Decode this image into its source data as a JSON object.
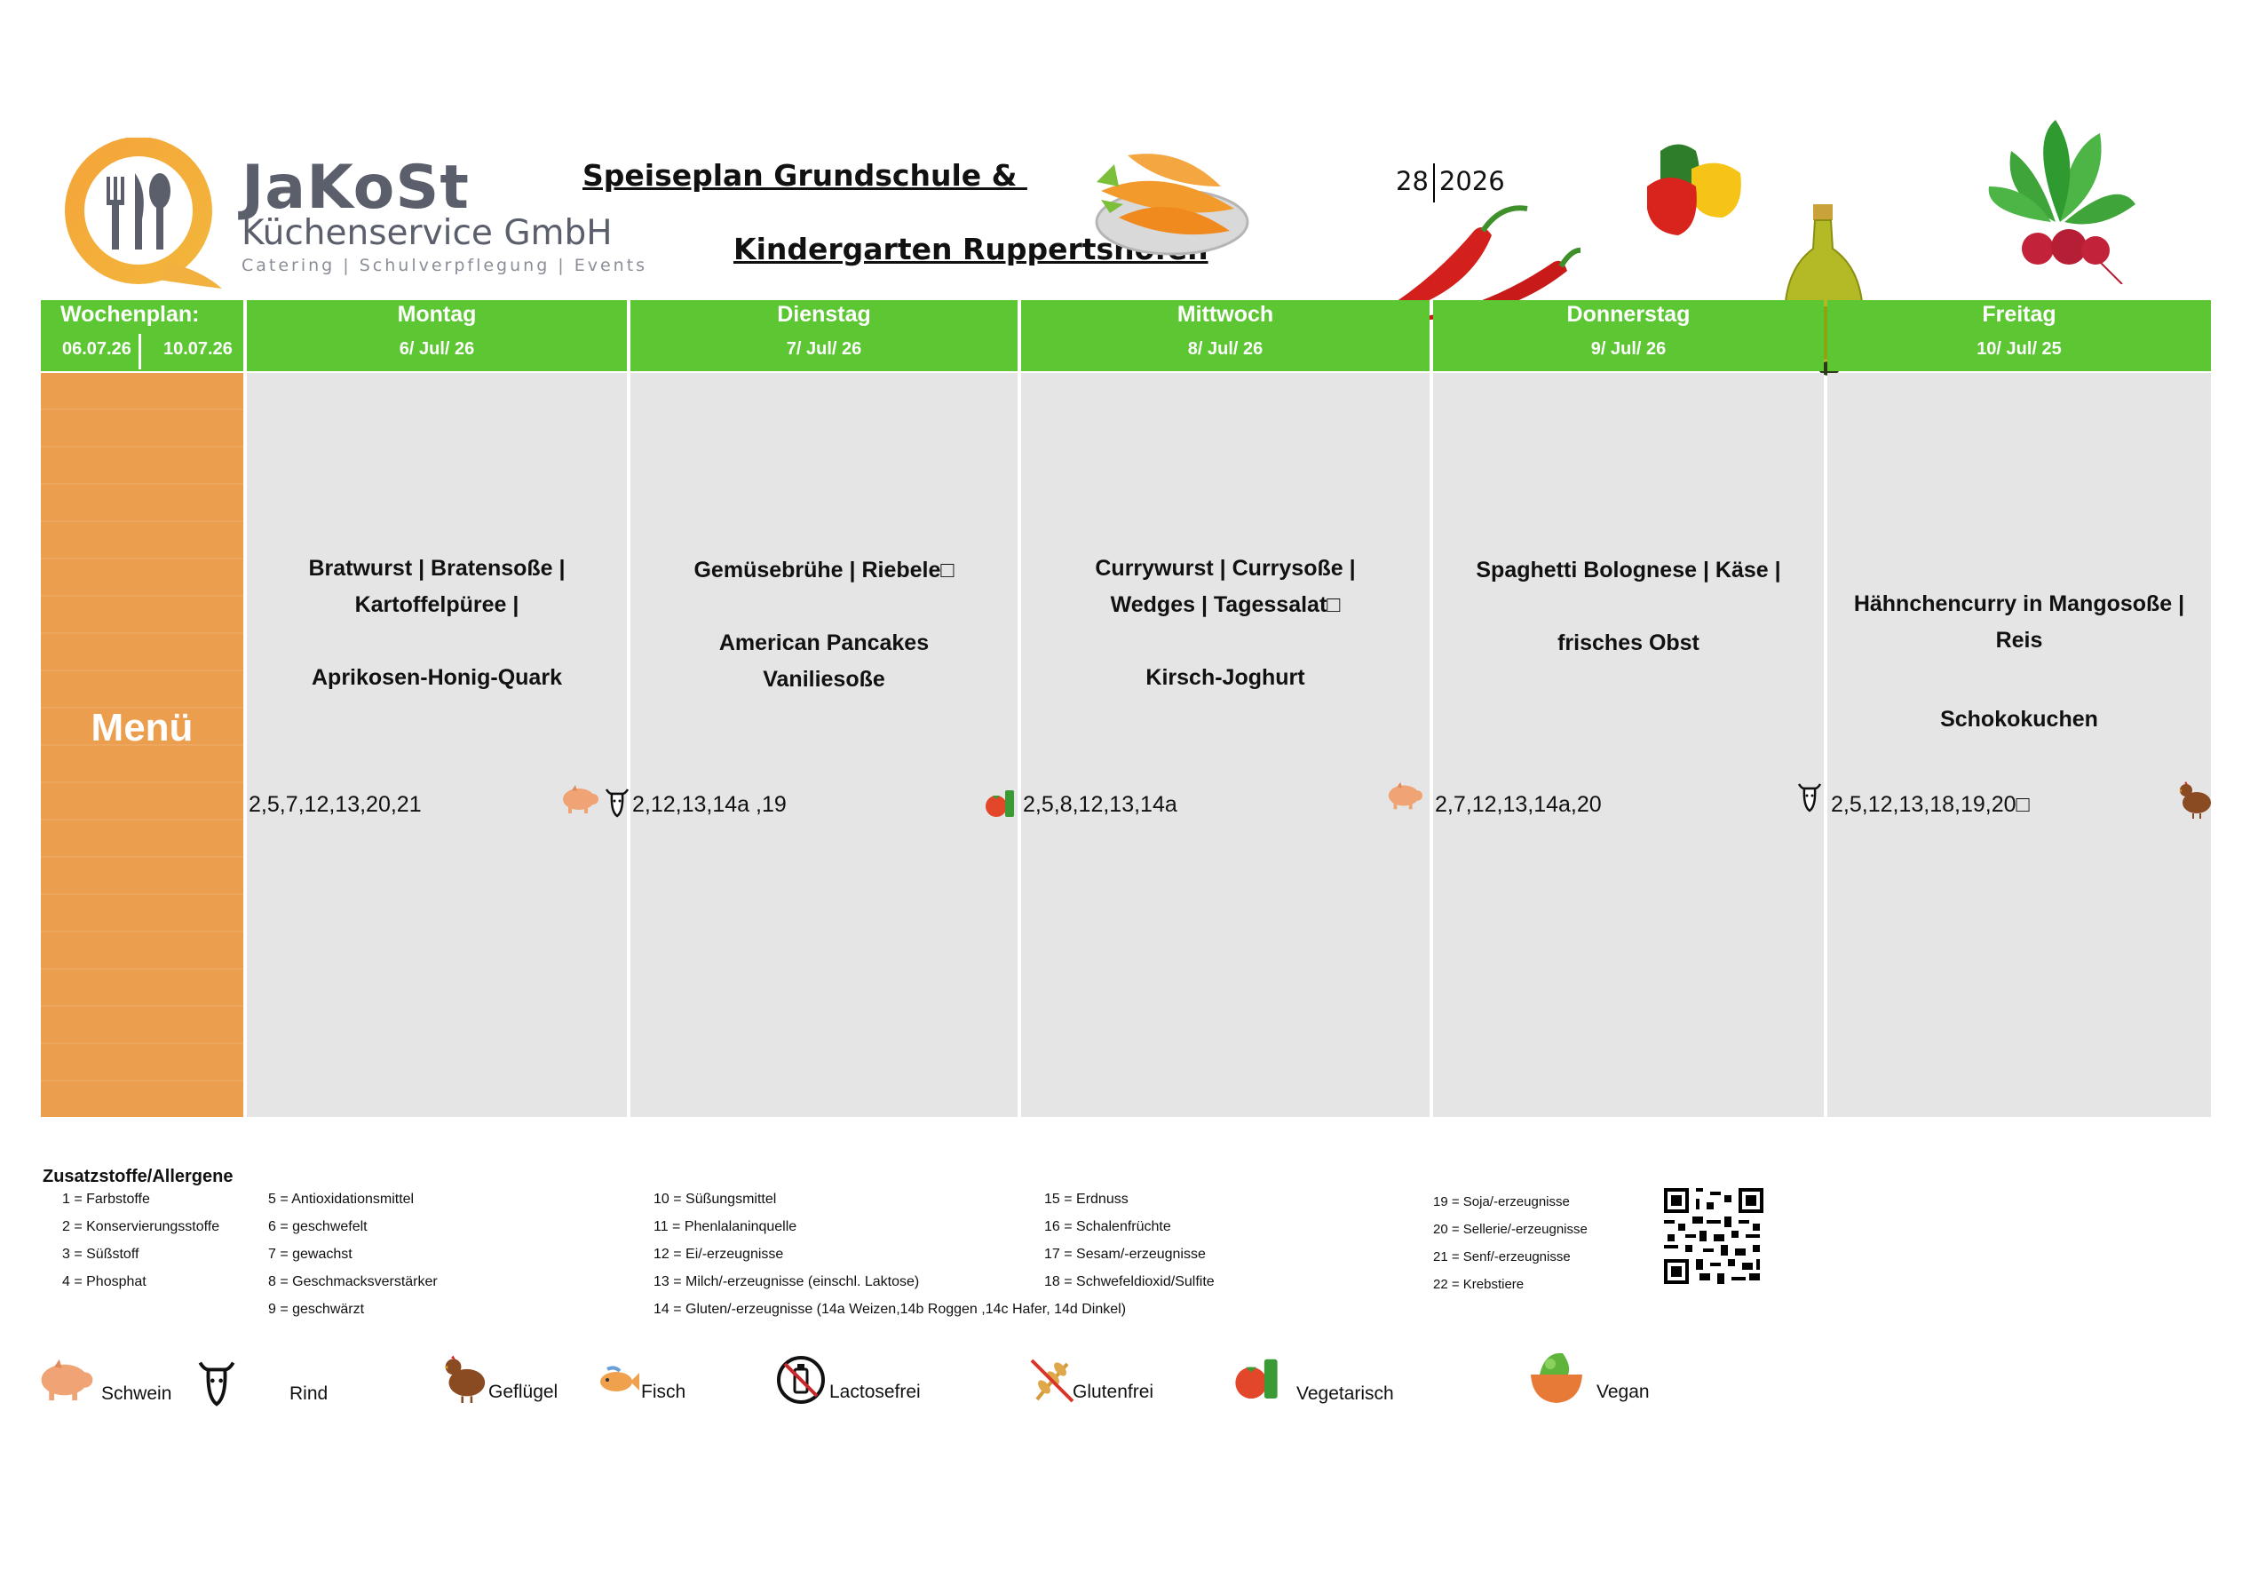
{
  "brand": {
    "name": "JaKoSt",
    "subtitle": "Küchenservice GmbH",
    "tagline": "Catering | Schulverpflegung | Events"
  },
  "title": {
    "line1": "Speiseplan Grundschule & ",
    "line2": "Kindergarten Ruppertshofen"
  },
  "week": {
    "kw": "28",
    "year": "2026"
  },
  "colors": {
    "green": "#5cc633",
    "orange": "#ec9e4f",
    "cell": "#e5e5e5"
  },
  "header": {
    "label": "Wochenplan:",
    "from": "06.07.26",
    "to": "10.07.26"
  },
  "days": [
    {
      "name": "Montag",
      "date": "6/ Jul/ 26",
      "dishes": [
        "Bratwurst | Bratensoße |",
        "Kartoffelpüree |",
        "",
        "Aprikosen-Honig-Quark"
      ],
      "codes": "2,5,7,12,13,20,21",
      "icon": "pig-icon"
    },
    {
      "name": "Dienstag",
      "date": "7/ Jul/ 26",
      "dishes": [
        "Gemüsebrühe | Riebele□",
        "",
        "American Pancakes",
        "Vaniliesoße"
      ],
      "codes": "2,12,13,14a ,19",
      "icon": "vegetarian-icon"
    },
    {
      "name": "Mittwoch",
      "date": "8/ Jul/ 26",
      "dishes": [
        "Currywurst | Currysoße |",
        "Wedges | Tagessalat□",
        "",
        "Kirsch-Joghurt"
      ],
      "codes": "2,5,8,12,13,14a",
      "icon": "pig-icon"
    },
    {
      "name": "Donnerstag",
      "date": "9/ Jul/ 26",
      "dishes": [
        "Spaghetti Bolognese | Käse |",
        "",
        "frisches Obst"
      ],
      "codes": "2,7,12,13,14a,20",
      "icon": "cow-icon"
    },
    {
      "name": "Freitag",
      "date": "10/ Jul/ 25",
      "dishes": [
        "Hähnchencurry in Mangosoße |",
        "Reis",
        "",
        "Schokokuchen"
      ],
      "codes": "2,5,12,13,18,19,20□",
      "icon": "chicken-icon"
    }
  ],
  "menu_label": "Menü",
  "legend": {
    "title": "Zusatzstoffe/Allergene",
    "col1": [
      "1 = Farbstoffe",
      "2 = Konservierungsstoffe",
      "3 = Süßstoff",
      "4 = Phosphat"
    ],
    "col2": [
      "5 = Antioxidationsmittel",
      "6 = geschwefelt",
      "7 = gewachst",
      "8 = Geschmacksverstärker",
      "9 = geschwärzt"
    ],
    "col3": [
      "10 = Süßungsmittel",
      "11 = Phenlalaninquelle",
      "12 = Ei/-erzeugnisse",
      "13 = Milch/-erzeugnisse (einschl. Laktose)",
      "14 = Gluten/-erzeugnisse (14a Weizen,14b Roggen ,14c Hafer, 14d Dinkel)"
    ],
    "col4": [
      "15 = Erdnuss",
      "16 = Schalenfrüchte",
      "17 = Sesam/-erzeugnisse",
      "18 = Schwefeldioxid/Sulfite"
    ],
    "col5": [
      "19 = Soja/-erzeugnisse",
      "20 = Sellerie/-erzeugnisse",
      "21 = Senf/-erzeugnisse",
      "22 = Krebstiere"
    ]
  },
  "symbols": {
    "schwein": "Schwein",
    "rind": "Rind",
    "gefluegel": "Geflügel",
    "fisch": "Fisch",
    "lactosefrei": "Lactosefrei",
    "glutenfrei": "Glutenfrei",
    "vegetarisch": "Vegetarisch",
    "vegan": "Vegan"
  }
}
